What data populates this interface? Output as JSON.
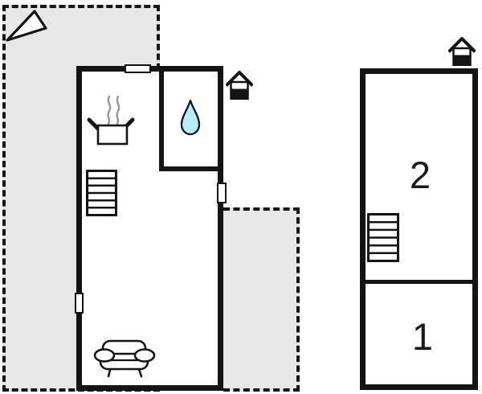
{
  "diagram": {
    "type": "floor-plan",
    "labels": {
      "room1": "1",
      "room2": "2"
    },
    "colors": {
      "background": "#ffffff",
      "wall": "#141414",
      "terrace_fill": "#e7e7e7",
      "terrace_border_dashed": "#141414",
      "water_drop_fill": "#b5eef4",
      "steam_gray": "#999999",
      "label_text": "#1a1a1a"
    },
    "icons": [
      "north-arrow-icon",
      "entrance-house-icon",
      "stove-pot-icon",
      "water-drop-icon",
      "stairs-icon",
      "sofa-icon"
    ]
  }
}
